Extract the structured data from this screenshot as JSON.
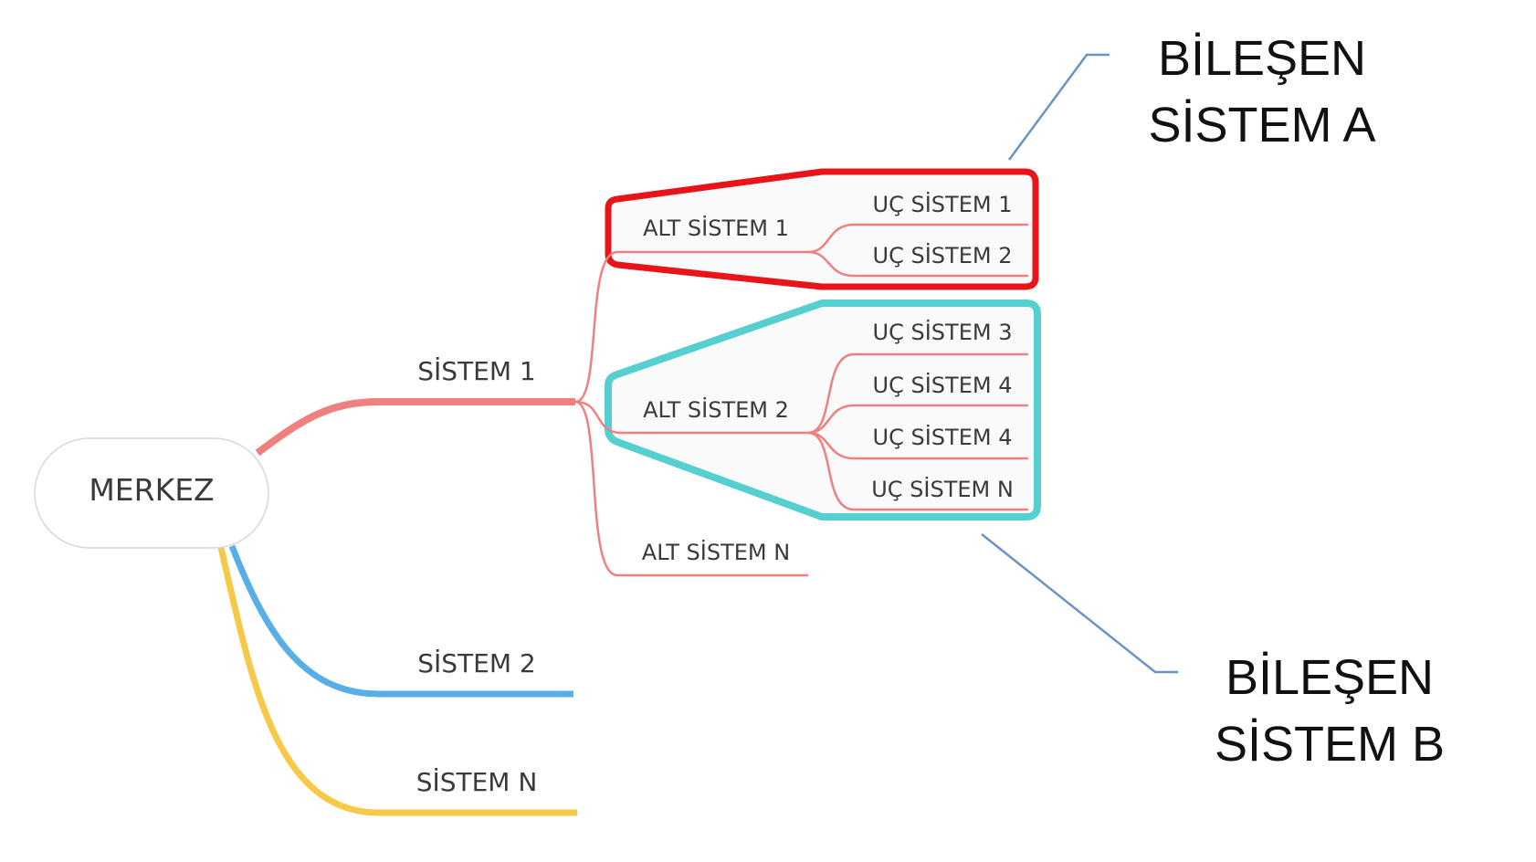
{
  "center": {
    "label": "MERKEZ"
  },
  "systems": [
    {
      "label": "SİSTEM 1"
    },
    {
      "label": "SİSTEM 2"
    },
    {
      "label": "SİSTEM N"
    }
  ],
  "subsystems": [
    {
      "label": "ALT SİSTEM 1"
    },
    {
      "label": "ALT SİSTEM 2"
    },
    {
      "label": "ALT SİSTEM N"
    }
  ],
  "end_systems": [
    {
      "label": "UÇ SİSTEM 1"
    },
    {
      "label": "UÇ SİSTEM 2"
    },
    {
      "label": "UÇ SİSTEM 3"
    },
    {
      "label": "UÇ SİSTEM 4"
    },
    {
      "label": "UÇ SİSTEM 4"
    },
    {
      "label": "UÇ SİSTEM N"
    }
  ],
  "callouts": {
    "a": {
      "line1": "BİLEŞEN",
      "line2": "SİSTEM A"
    },
    "b": {
      "line1": "BİLEŞEN",
      "line2": "SİSTEM B"
    }
  },
  "colors": {
    "system1": "#f08080",
    "system2": "#5aaee8",
    "systemN": "#f7c948",
    "group_a": "#e8141a",
    "group_b": "#56cfd1",
    "callout_line": "#6a93c4"
  }
}
